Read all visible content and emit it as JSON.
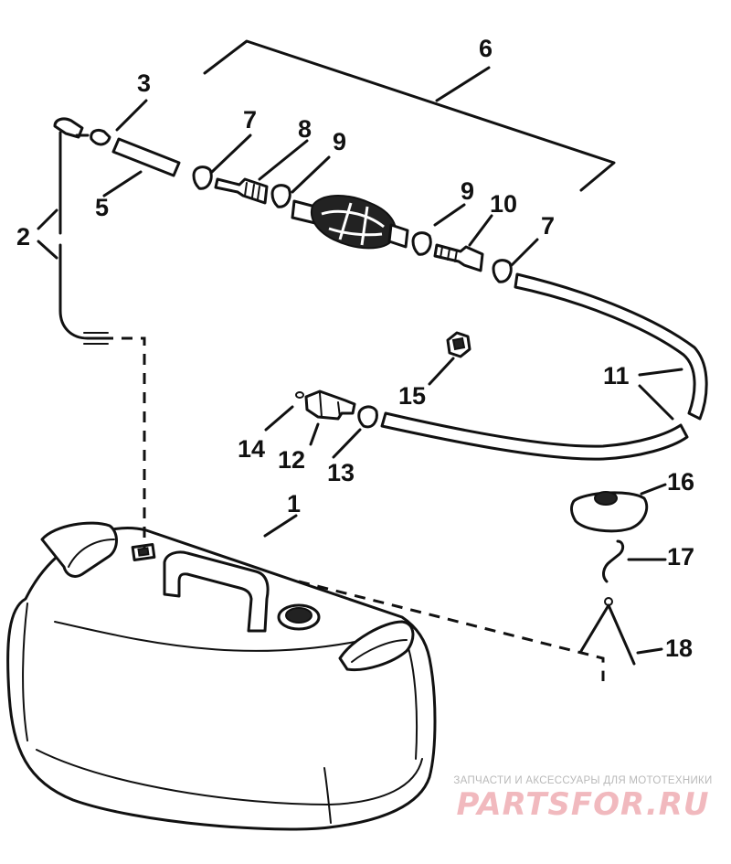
{
  "labels": {
    "l1": "1",
    "l2": "2",
    "l3": "3",
    "l5": "5",
    "l6": "6",
    "l7a": "7",
    "l8": "8",
    "l9a": "9",
    "l9b": "9",
    "l10": "10",
    "l7b": "7",
    "l11": "11",
    "l12": "12",
    "l13": "13",
    "l14": "14",
    "l15": "15",
    "l16": "16",
    "l17": "17",
    "l18": "18"
  },
  "watermark": {
    "subtitle": "ЗАПЧАСТИ И АКСЕССУАРЫ ДЛЯ МОТОТЕХНИКИ",
    "logo": "PARTSFOR.RU"
  },
  "colors": {
    "ink": "#111111",
    "watermark_logo": "#f1b9be",
    "watermark_text": "#b9b9b9"
  }
}
